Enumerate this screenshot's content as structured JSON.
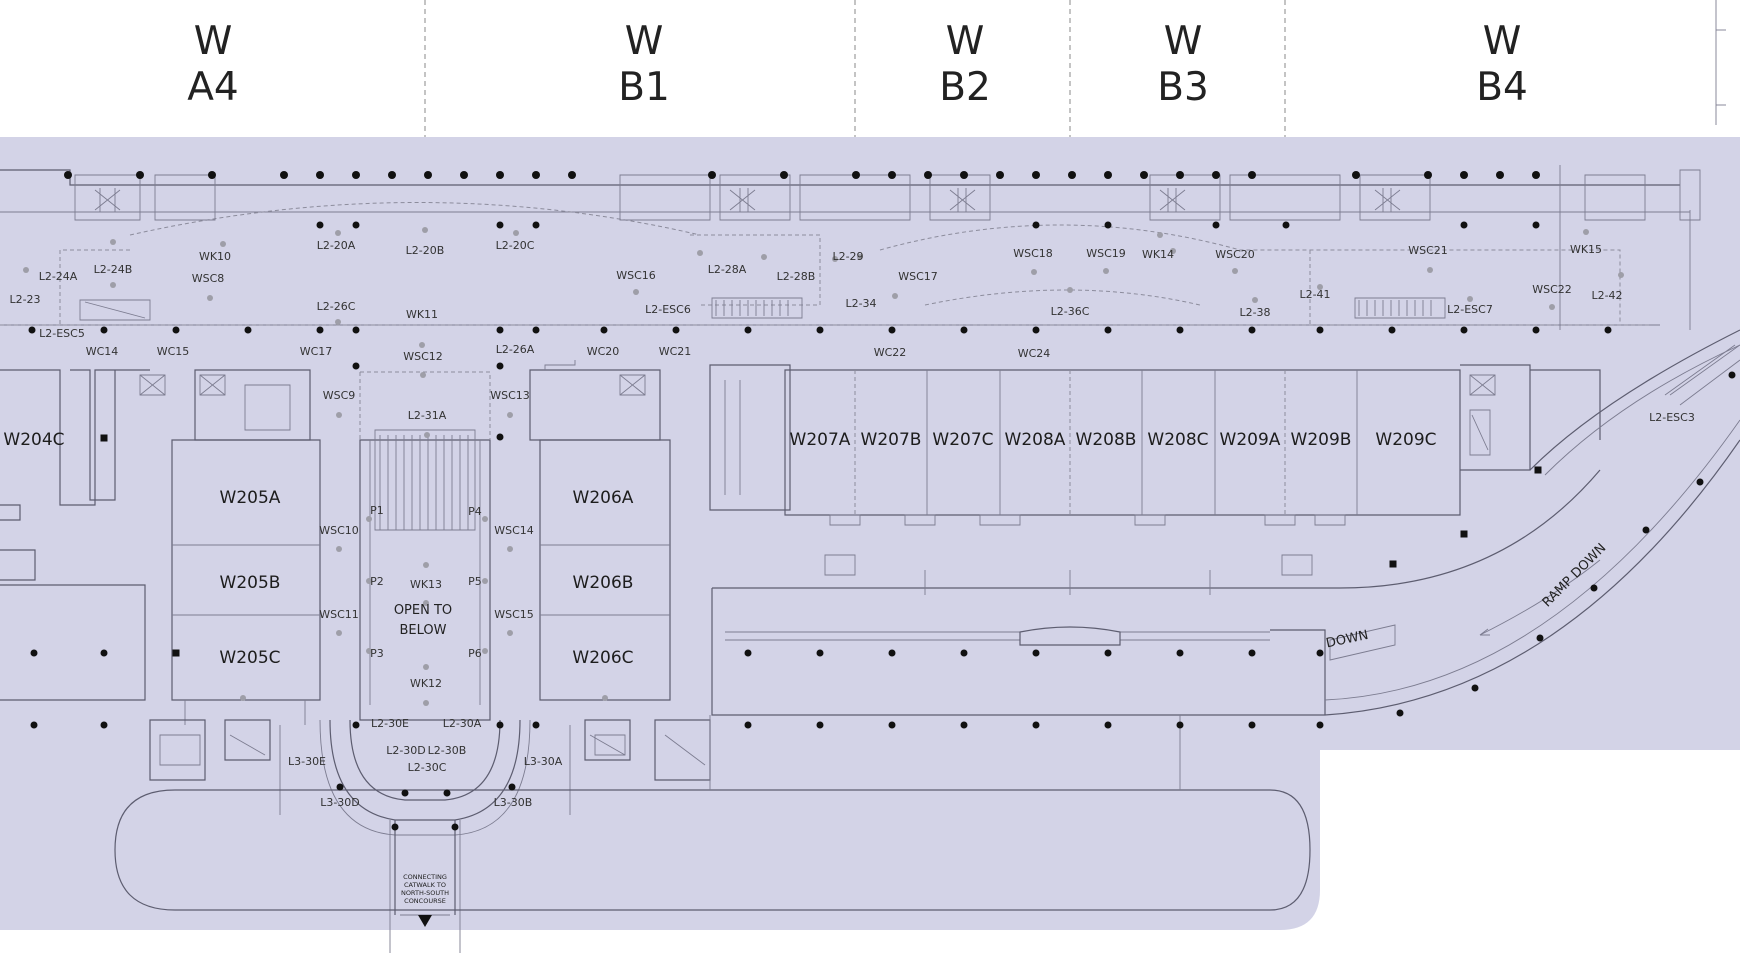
{
  "zones": [
    "W\nA4",
    "W\nB1",
    "W\nB2",
    "W\nB3",
    "W\nB4"
  ],
  "zone_lines": [
    [
      "W",
      "A4"
    ],
    [
      "W",
      "B1"
    ],
    [
      "W",
      "B2"
    ],
    [
      "W",
      "B3"
    ],
    [
      "W",
      "B4"
    ]
  ],
  "rooms": {
    "w204c": "W204C",
    "w205a": "W205A",
    "w205b": "W205B",
    "w205c": "W205C",
    "w206a": "W206A",
    "w206b": "W206B",
    "w206c": "W206C",
    "w207a": "W207A",
    "w207b": "W207B",
    "w207c": "W207C",
    "w208a": "W208A",
    "w208b": "W208B",
    "w208c": "W208C",
    "w209a": "W209A",
    "w209b": "W209B",
    "w209c": "W209C"
  },
  "open_to_below": [
    "OPEN TO",
    "BELOW"
  ],
  "ramp_down": "RAMP DOWN",
  "down": "DOWN",
  "catwalk": [
    "CONNECTING",
    "CATWALK TO",
    "NORTH-SOUTH",
    "CONCOURSE"
  ],
  "tags": {
    "l2_24a": "L2-24A",
    "l2_24b": "L2-24B",
    "l2_23": "L2-23",
    "l2_esc5": "L2-ESC5",
    "wk10": "WK10",
    "wsc8": "WSC8",
    "l2_20a": "L2-20A",
    "l2_20b": "L2-20B",
    "l2_20c": "L2-20C",
    "l2_26c": "L2-26C",
    "wk11": "WK11",
    "wc14": "WC14",
    "wc15": "WC15",
    "wc17": "WC17",
    "wsc12": "WSC12",
    "l2_26a": "L2-26A",
    "wc20": "WC20",
    "wc21": "WC21",
    "wsc16": "WSC16",
    "l2_28a": "L2-28A",
    "l2_28b": "L2-28B",
    "l2_29": "L2-29",
    "l2_esc6": "L2-ESC6",
    "l2_34": "L2-34",
    "wsc17": "WSC17",
    "wc22": "WC22",
    "wsc18": "WSC18",
    "wsc19": "WSC19",
    "wk14": "WK14",
    "wsc20": "WSC20",
    "wsc21": "WSC21",
    "l2_36c": "L2-36C",
    "l2_38": "L2-38",
    "l2_41": "L2-41",
    "l2_esc7": "L2-ESC7",
    "wk15": "WK15",
    "wsc22": "WSC22",
    "l2_42": "L2-42",
    "wc24": "WC24",
    "wsc9": "WSC9",
    "wsc13": "WSC13",
    "l2_31a": "L2-31A",
    "wsc10": "WSC10",
    "wsc11": "WSC11",
    "wsc14": "WSC14",
    "wsc15": "WSC15",
    "wk13": "WK13",
    "wk12": "WK12",
    "p1": "P1",
    "p2": "P2",
    "p3": "P3",
    "p4": "P4",
    "p5": "P5",
    "p6": "P6",
    "l2_30e": "L2-30E",
    "l2_30a": "L2-30A",
    "l2_30d": "L2-30D",
    "l2_30b": "L2-30B",
    "l2_30c": "L2-30C",
    "l3_30e": "L3-30E",
    "l3_30a": "L3-30A",
    "l3_30d": "L3-30D",
    "l3_30b": "L3-30B",
    "l2_esc3": "L2-ESC3"
  },
  "colors": {
    "floor": "#d3d3e7",
    "wall": "#5d5d70",
    "column": "#111111",
    "grey_dot": "#9e9ea8"
  }
}
